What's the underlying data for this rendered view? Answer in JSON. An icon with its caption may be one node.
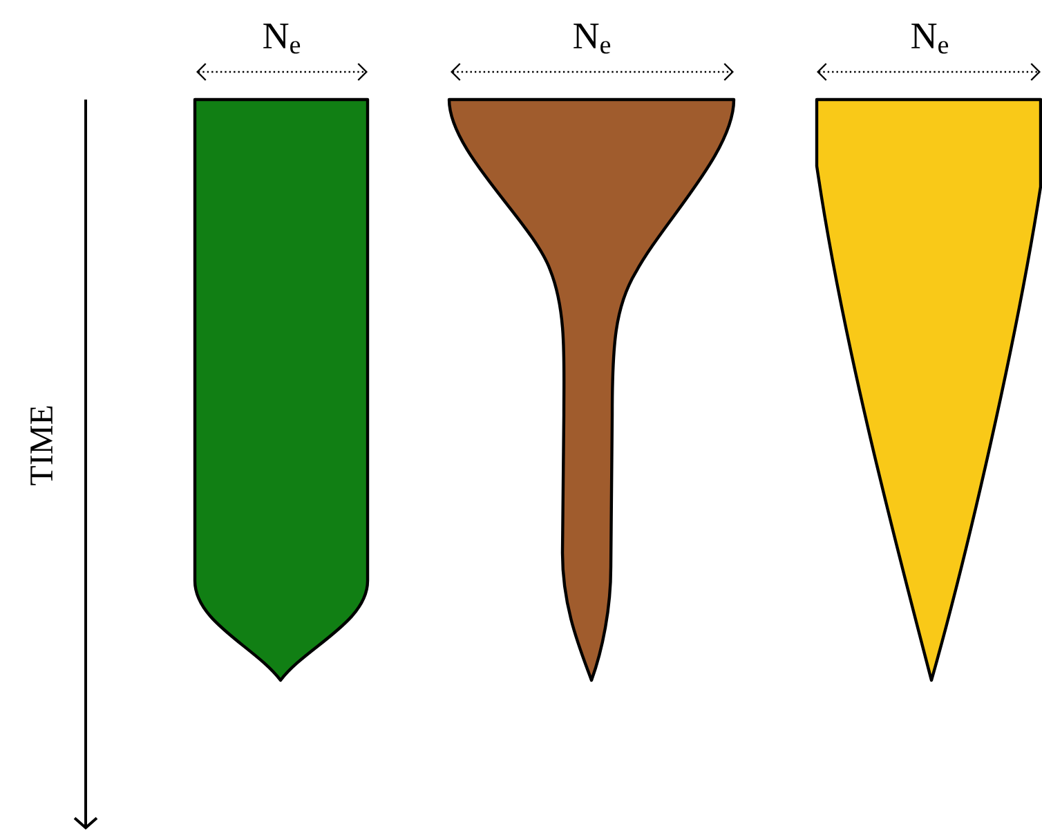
{
  "diagram": {
    "labels": [
      "N$_{e}$",
      "N$_{e}$",
      "N$_{e}$",
      "TIME"
    ]
  }
}
